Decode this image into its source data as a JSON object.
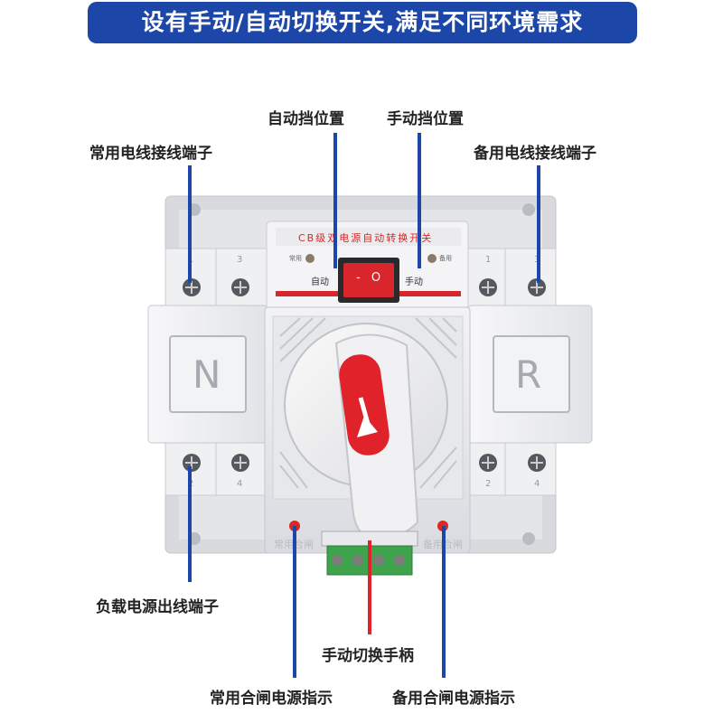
{
  "banner": {
    "title": "设有手动/自动切换开关,满足不同环境需求"
  },
  "callouts": {
    "auto_position": "自动挡位置",
    "manual_position": "手动挡位置",
    "normal_input_terminal": "常用电线接线端子",
    "backup_input_terminal": "备用电线接线端子",
    "load_output_terminal": "负载电源出线端子",
    "manual_handle": "手动切换手柄",
    "normal_close_indicator": "常用合闸电源指示",
    "backup_close_indicator": "备用合闸电源指示"
  },
  "device": {
    "model_title": "CB级双电源自动转换开关",
    "switch_left": "自动",
    "switch_right": "手动",
    "switch_symbols": "- O",
    "module_left_letter": "N",
    "module_right_letter": "R",
    "terminal_numbers_top_left": [
      "1",
      "3"
    ],
    "terminal_numbers_top_right": [
      "1",
      "3"
    ],
    "terminal_numbers_bottom_left": [
      "2",
      "4"
    ],
    "terminal_numbers_bottom_right": [
      "2",
      "4"
    ],
    "indicator_left_text": "常用合闸",
    "indicator_right_text": "备用合闸",
    "lamp_left": "常用",
    "lamp_right": "备用"
  },
  "colors": {
    "accent_blue": "#1c46a8",
    "handle_red": "#e0232b",
    "terminal_green": "#3fa34d"
  }
}
